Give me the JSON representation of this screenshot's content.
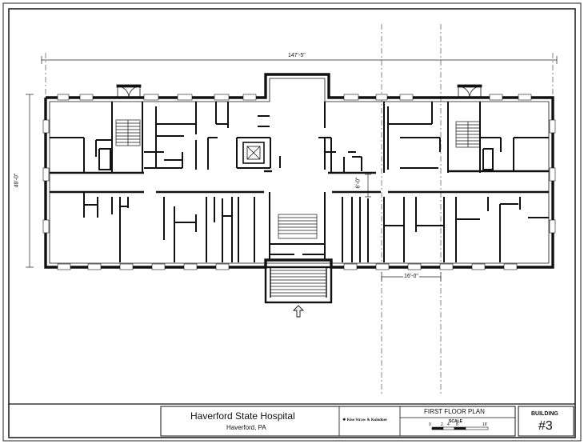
{
  "plan": {
    "overall_width_dim": "147'-5\"",
    "overall_depth_dim": "49'-0\"",
    "bay_width_dim": "16'-0\"",
    "corridor_dim": "6'-0\""
  },
  "title_block": {
    "project_name": "Haverford State Hospital",
    "project_location": "Haverford, PA",
    "firm_name": "❖ Kise Straw & Kolodner",
    "sheet_title": "FIRST FLOOR PLAN",
    "scale_label": "SCALE",
    "scale_ticks": [
      "0",
      "2",
      "4",
      "8",
      "16'"
    ],
    "building_label": "BUILDING",
    "building_number": "#3"
  }
}
